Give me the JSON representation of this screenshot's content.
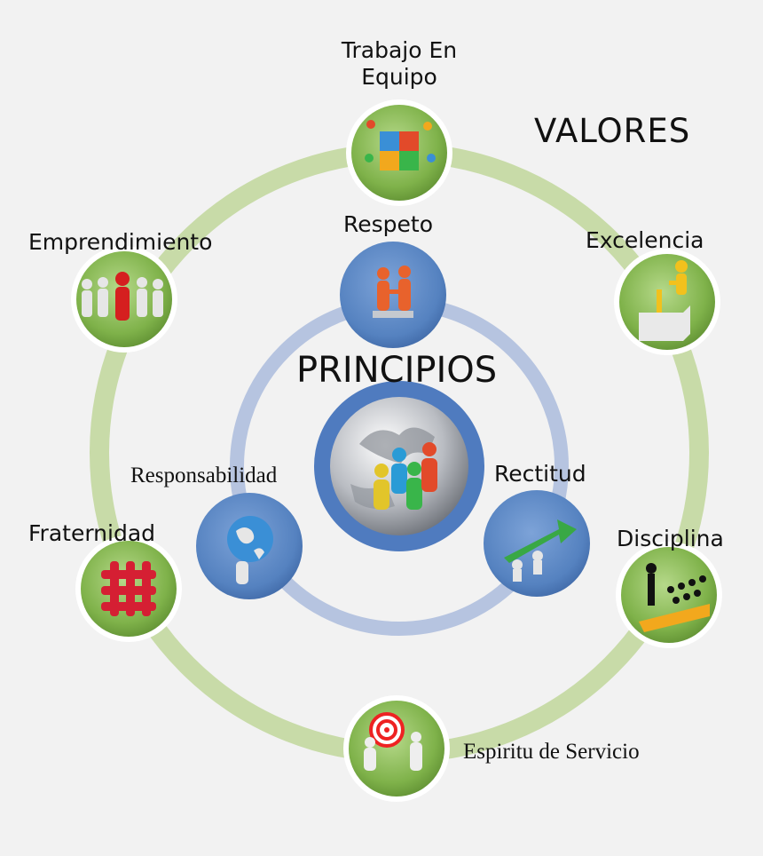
{
  "valores": {
    "title": "VALORES",
    "nodes": [
      {
        "label_lines": [
          "Trabajo En",
          "Equipo"
        ],
        "icon": "puzzle-team-icon"
      },
      {
        "label": "Excelencia",
        "icon": "podium-figure-icon"
      },
      {
        "label": "Disciplina",
        "icon": "leader-queue-icon"
      },
      {
        "label": "Espiritu de Servicio",
        "icon": "target-carry-icon"
      },
      {
        "label": "Fraternidad",
        "icon": "woven-knot-icon"
      },
      {
        "label": "Emprendimiento",
        "icon": "red-figure-crowd-icon"
      }
    ]
  },
  "principios": {
    "title": "PRINCIPIOS",
    "center_icon": "globe-people-icon",
    "nodes": [
      {
        "label": "Respeto",
        "icon": "handshake-figures-icon"
      },
      {
        "label": "Rectitud",
        "icon": "arrow-lift-icon"
      },
      {
        "label": "Responsabilidad",
        "icon": "globe-hand-icon"
      }
    ]
  },
  "colors": {
    "background": "#f2f2f2",
    "outer_ring": "#c8dba8",
    "green_node": "#7fb24a",
    "inner_ring": "#b6c4e0",
    "blue_node": "#5b84c0",
    "center": "#4f7bbf"
  }
}
